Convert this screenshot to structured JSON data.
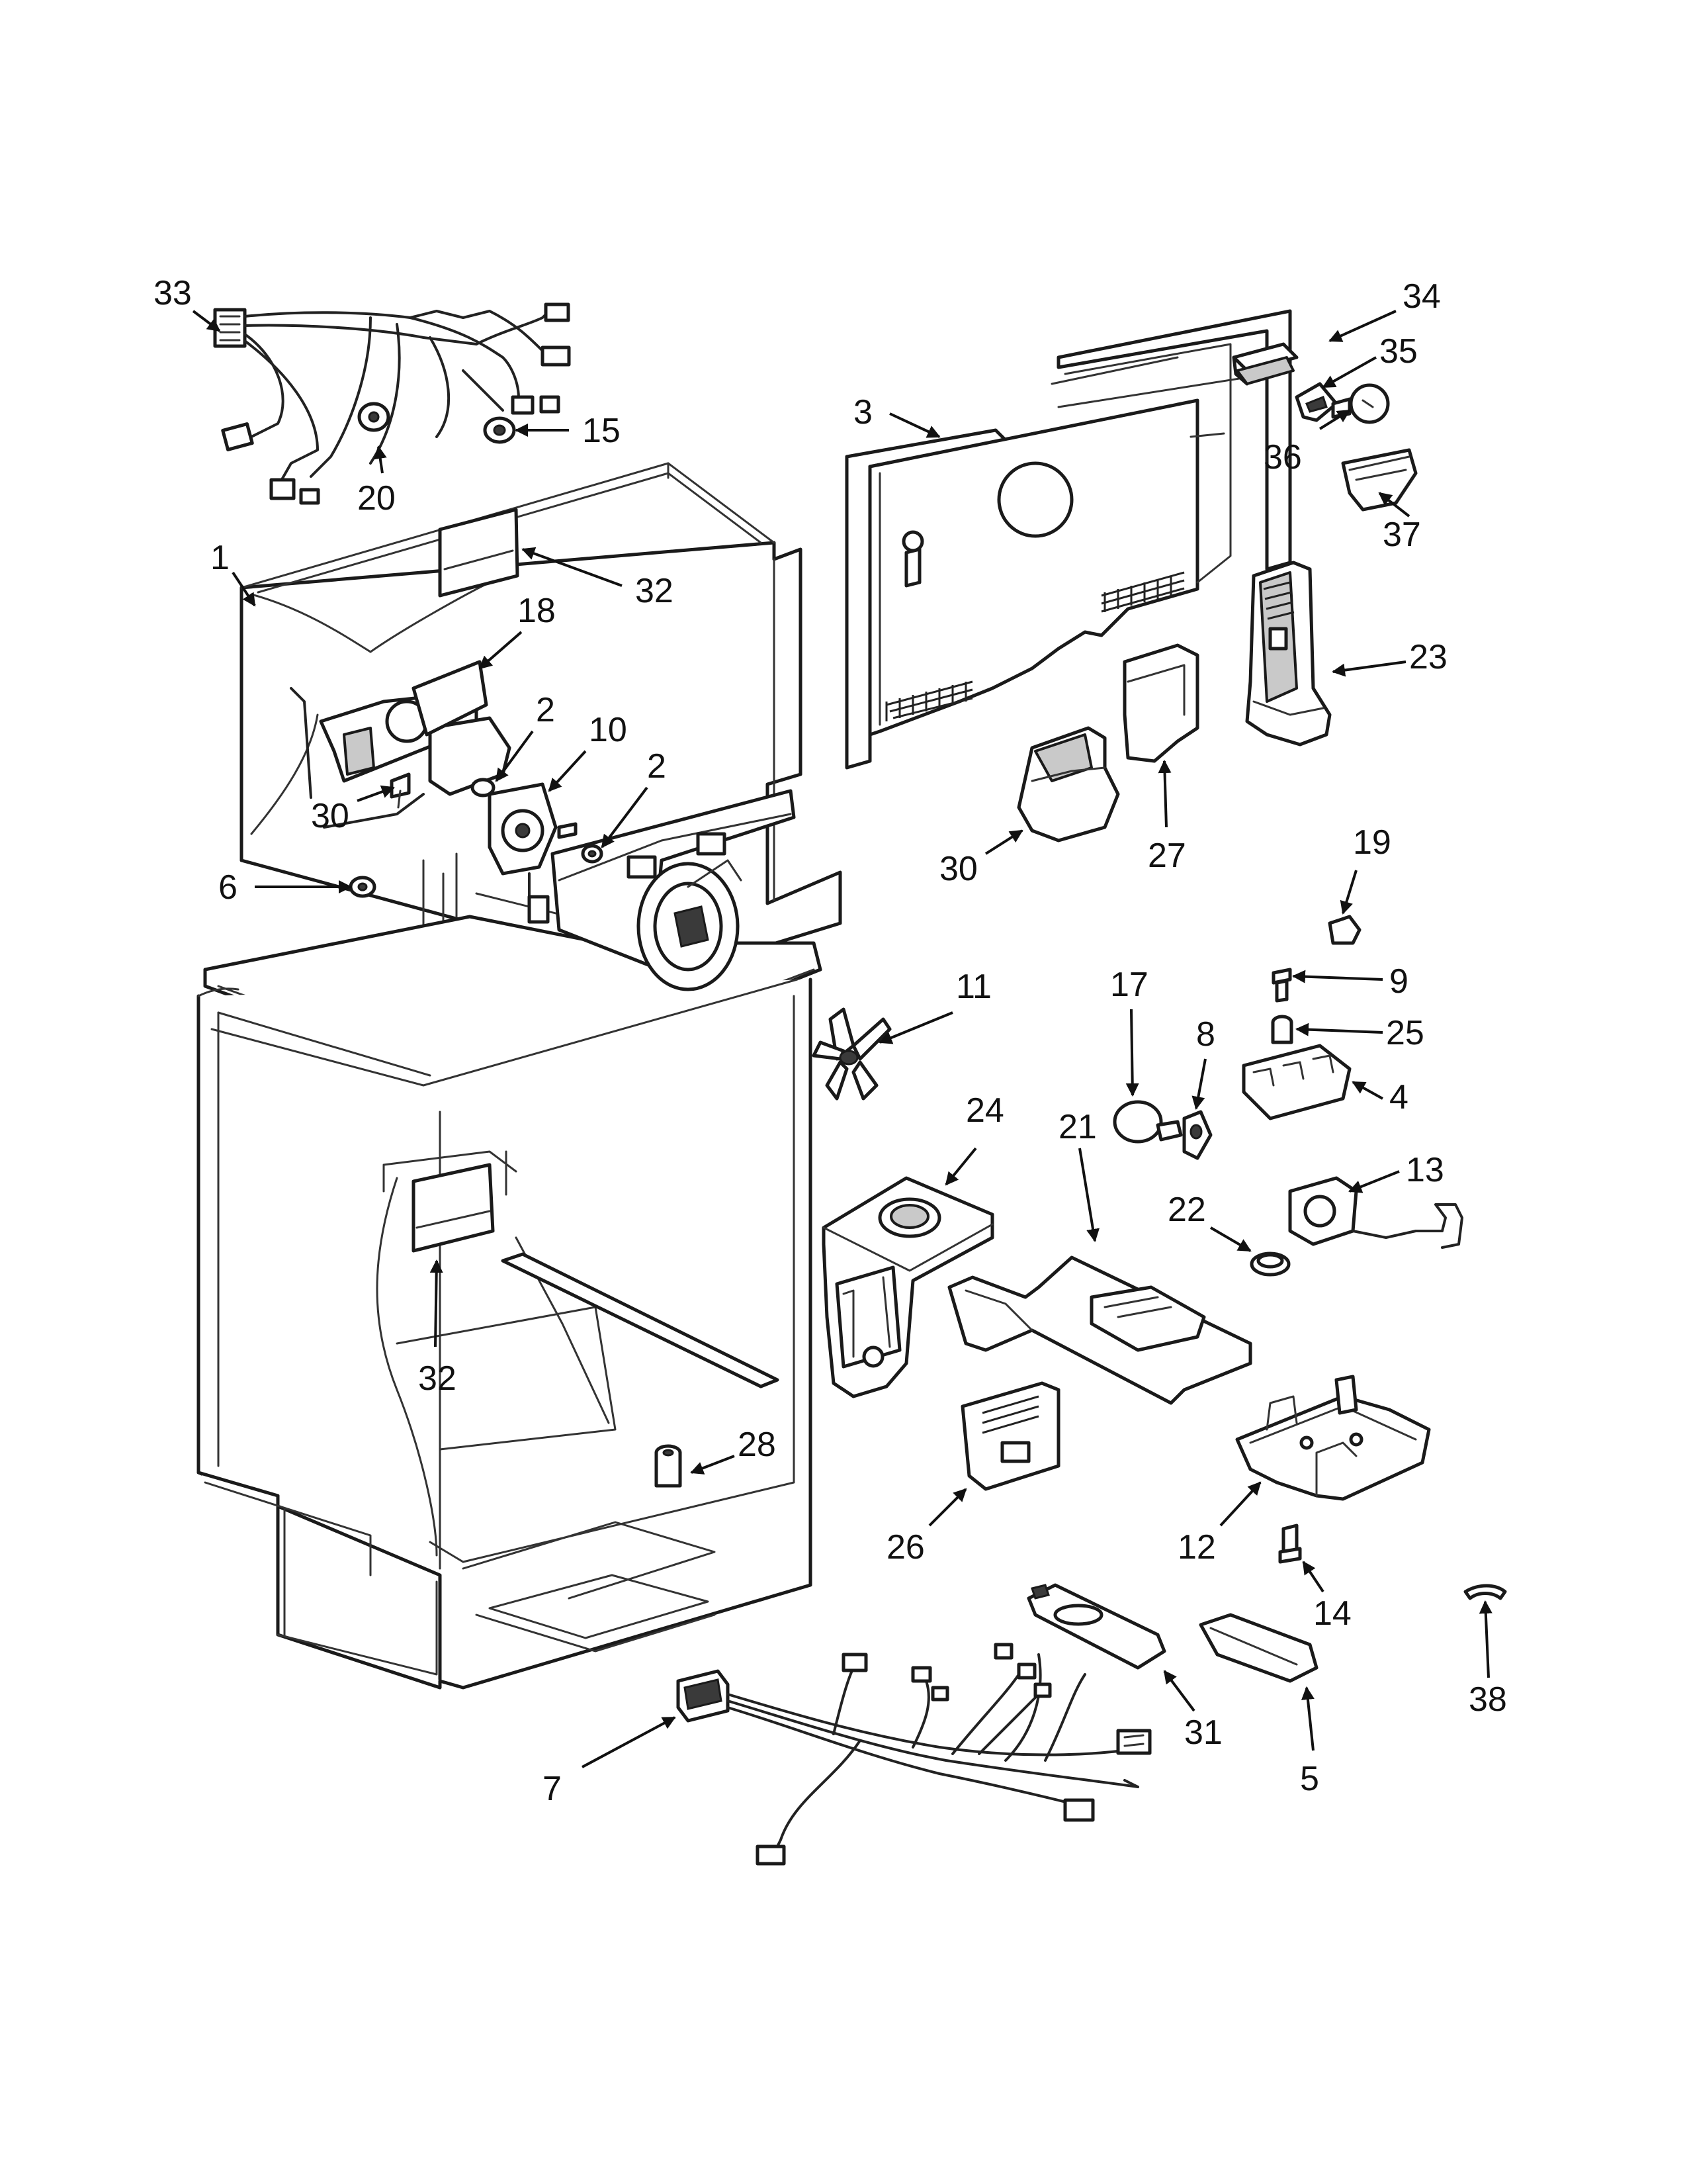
{
  "diagram": {
    "type": "exploded-parts-view",
    "callouts": [
      {
        "key": "c33a",
        "label": "33"
      },
      {
        "key": "c15",
        "label": "15"
      },
      {
        "key": "c20",
        "label": "20"
      },
      {
        "key": "c1",
        "label": "1"
      },
      {
        "key": "c32a",
        "label": "32"
      },
      {
        "key": "c18",
        "label": "18"
      },
      {
        "key": "c2a",
        "label": "2"
      },
      {
        "key": "c10",
        "label": "10"
      },
      {
        "key": "c2b",
        "label": "2"
      },
      {
        "key": "c30a",
        "label": "30"
      },
      {
        "key": "c6",
        "label": "6"
      },
      {
        "key": "c3",
        "label": "3"
      },
      {
        "key": "c34",
        "label": "34"
      },
      {
        "key": "c35",
        "label": "35"
      },
      {
        "key": "c36",
        "label": "36"
      },
      {
        "key": "c37",
        "label": "37"
      },
      {
        "key": "c23",
        "label": "23"
      },
      {
        "key": "c30b",
        "label": "30"
      },
      {
        "key": "c27",
        "label": "27"
      },
      {
        "key": "c19",
        "label": "19"
      },
      {
        "key": "c9",
        "label": "9"
      },
      {
        "key": "c25",
        "label": "25"
      },
      {
        "key": "c4",
        "label": "4"
      },
      {
        "key": "c11",
        "label": "11"
      },
      {
        "key": "c17",
        "label": "17"
      },
      {
        "key": "c8",
        "label": "8"
      },
      {
        "key": "c24",
        "label": "24"
      },
      {
        "key": "c21",
        "label": "21"
      },
      {
        "key": "c13",
        "label": "13"
      },
      {
        "key": "c22",
        "label": "22"
      },
      {
        "key": "c32b",
        "label": "32"
      },
      {
        "key": "c28",
        "label": "28"
      },
      {
        "key": "c26",
        "label": "26"
      },
      {
        "key": "c12",
        "label": "12"
      },
      {
        "key": "c14",
        "label": "14"
      },
      {
        "key": "c38",
        "label": "38"
      },
      {
        "key": "c31",
        "label": "31"
      },
      {
        "key": "c5",
        "label": "5"
      },
      {
        "key": "c7",
        "label": "7"
      }
    ]
  }
}
